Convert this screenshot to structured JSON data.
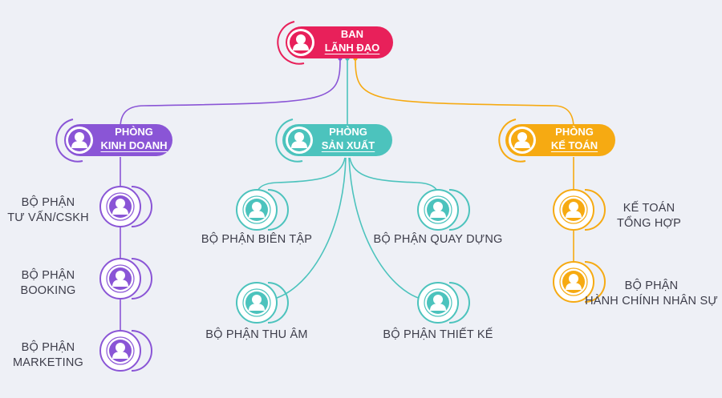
{
  "colors": {
    "background": "#eef0f6",
    "leadership": "#e8205a",
    "sales": "#8a55d6",
    "production": "#4cc3bd",
    "accounting": "#f6aa12",
    "text": "#3d3d4a"
  },
  "icons": [
    "person-icon"
  ],
  "root": {
    "line1": "BAN",
    "line2": "LÃNH ĐẠO"
  },
  "departments": {
    "sales": {
      "line1": "PHÒNG",
      "line2": "KINH DOANH",
      "units": [
        {
          "line1": "BỘ PHẬN",
          "line2": "TƯ VẤN/CSKH"
        },
        {
          "line1": "BỘ PHẬN",
          "line2": "BOOKING"
        },
        {
          "line1": "BỘ PHẬN",
          "line2": "MARKETING"
        }
      ]
    },
    "production": {
      "line1": "PHÒNG",
      "line2": "SẢN XUẤT",
      "units": [
        {
          "line1": "BỘ PHẬN BIÊN TẬP"
        },
        {
          "line1": "BỘ PHẬN QUAY DỰNG"
        },
        {
          "line1": "BỘ PHẬN THU ÂM"
        },
        {
          "line1": "BỘ PHẬN THIẾT KẾ"
        }
      ]
    },
    "accounting": {
      "line1": "PHÒNG",
      "line2": "KẾ TOÁN",
      "units": [
        {
          "line1": "KẾ TOÁN",
          "line2": "TỔNG HỢP"
        },
        {
          "line1": "BỘ PHẬN",
          "line2": "HÀNH CHÍNH NHÂN SỰ"
        }
      ]
    }
  }
}
